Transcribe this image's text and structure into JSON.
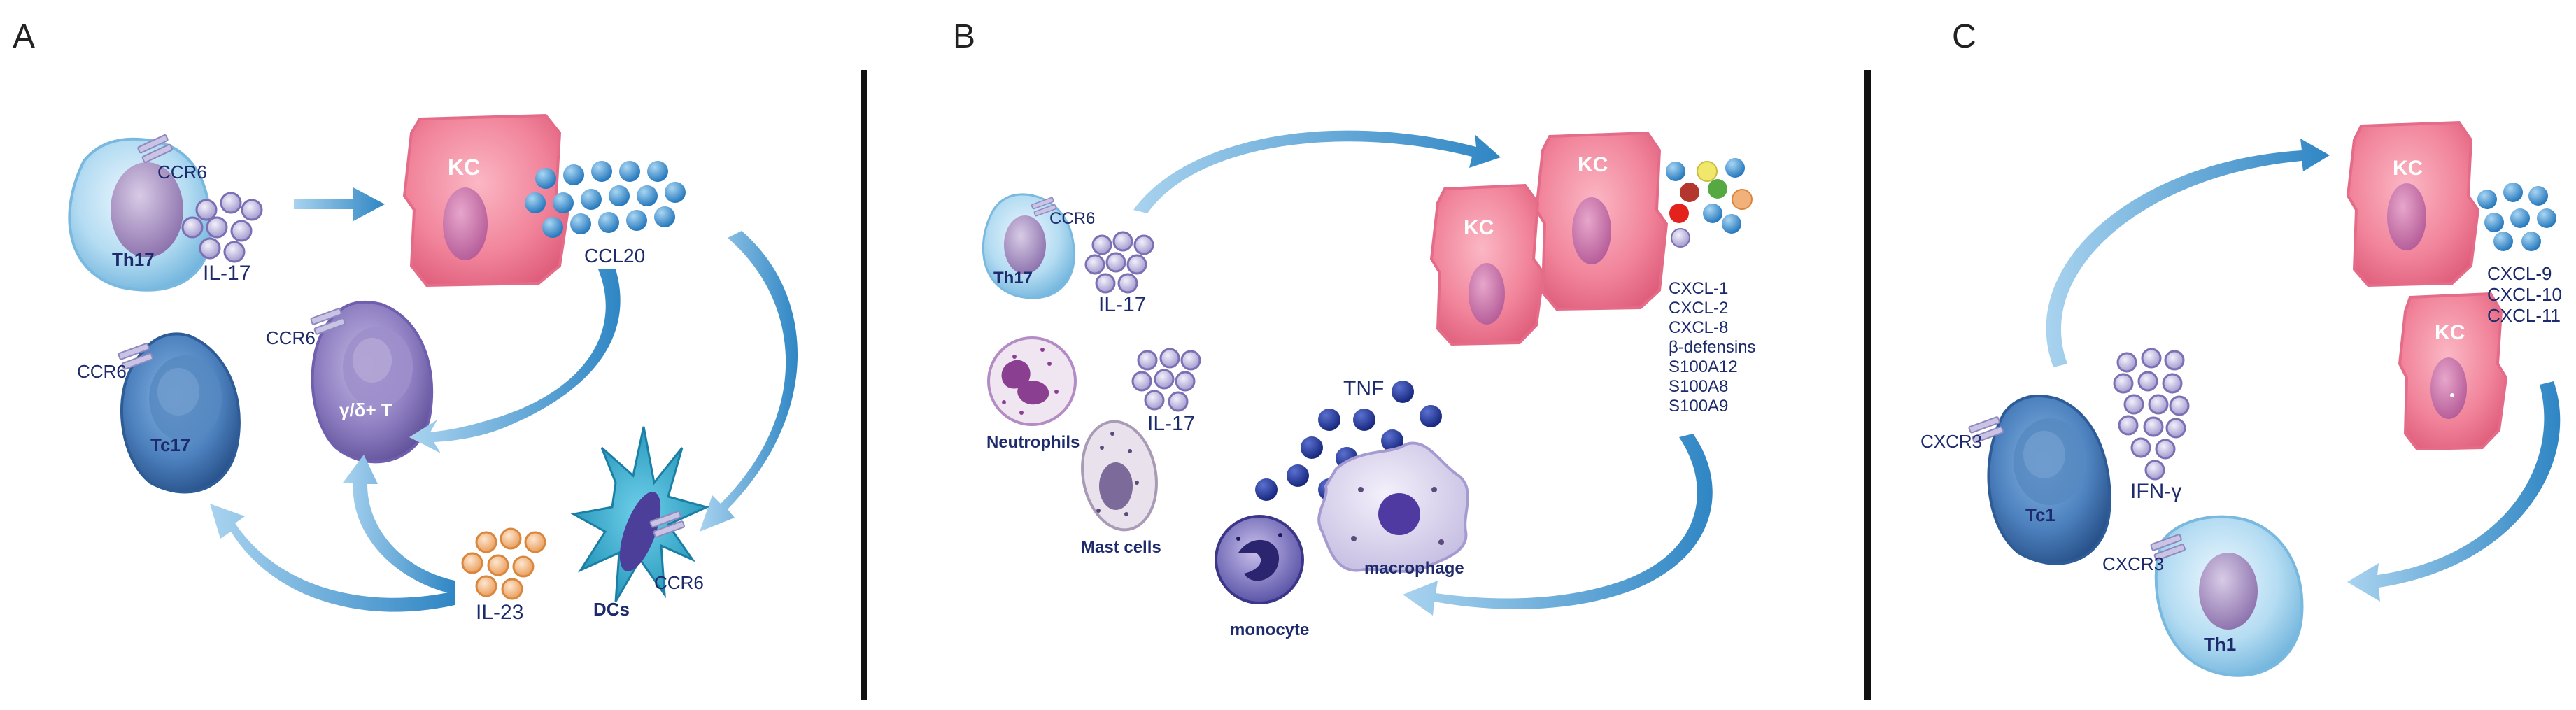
{
  "panels": {
    "a": {
      "letter": "A",
      "th17": "Th17",
      "ccr6_th17": "CCR6",
      "il17": "IL-17",
      "kc": "KC",
      "ccl20": "CCL20",
      "ccr6_tc17": "CCR6",
      "tc17": "Tc17",
      "ccr6_gd": "CCR6",
      "gd": "γ/δ+ T",
      "il23": "IL-23",
      "dcs": "DCs",
      "ccr6_dc": "CCR6"
    },
    "b": {
      "letter": "B",
      "th17": "Th17",
      "ccr6": "CCR6",
      "il17_top": "IL-17",
      "kc1": "KC",
      "kc2": "KC",
      "chemokines": [
        "CXCL-1",
        "CXCL-2",
        "CXCL-8",
        "β-defensins",
        "S100A12",
        "S100A8",
        "S100A9"
      ],
      "neutrophils": "Neutrophils",
      "il17_mid": "IL-17",
      "tnf": "TNF",
      "mast": "Mast cells",
      "macrophage": "macrophage",
      "monocyte": "monocyte"
    },
    "c": {
      "letter": "C",
      "kc1": "KC",
      "kc2": "KC",
      "chemokines": [
        "CXCL-9",
        "CXCL-10",
        "CXCL-11"
      ],
      "cxcr3_tc1": "CXCR3",
      "tc1": "Tc1",
      "ifng": "IFN-γ",
      "cxcr3_th1": "CXCR3",
      "th1": "Th1"
    }
  },
  "colors": {
    "th_cell": "#a9d7f0",
    "tc_cell": "#3f78b5",
    "kc_cell": "#f07a93",
    "gd_cell": "#8b78bd",
    "dc_cell": "#2fa8c8",
    "arrow": "#2f86c4",
    "label": "#1d2a6b",
    "divider": "#111111",
    "ball_blue": "#3d8fcf",
    "ball_navy": "#243a9e",
    "ball_lavender": "#b3acd6",
    "ball_orange": "#f2b07a"
  }
}
